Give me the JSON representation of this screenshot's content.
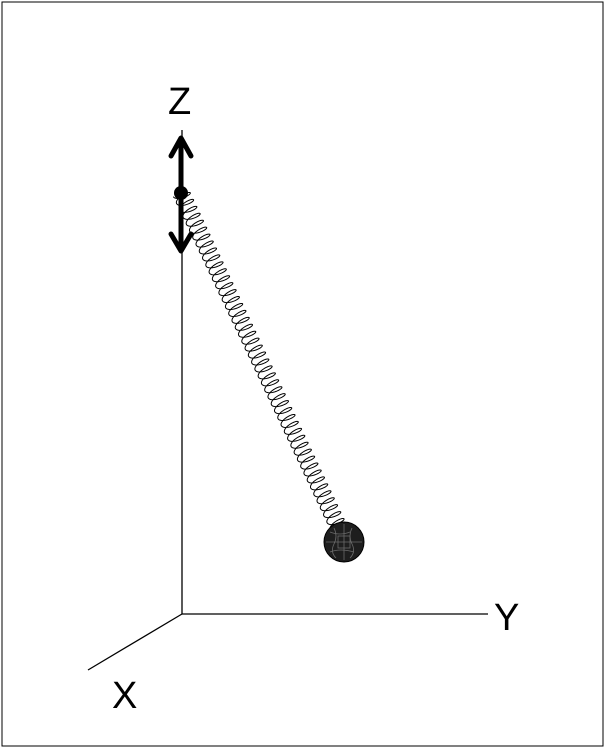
{
  "axes": {
    "x_label": "X",
    "y_label": "Y",
    "z_label": "Z"
  },
  "colors": {
    "background": "#ffffff",
    "frame": "#000000",
    "axis": "#000000",
    "spring": "#000000",
    "arrow": "#000000",
    "mass": "#1e1e1e"
  },
  "icons": {
    "z_motion": "double-headed-vertical-arrow-icon",
    "mass": "hatched-sphere-icon"
  },
  "spring": {
    "coil_count": 48
  }
}
